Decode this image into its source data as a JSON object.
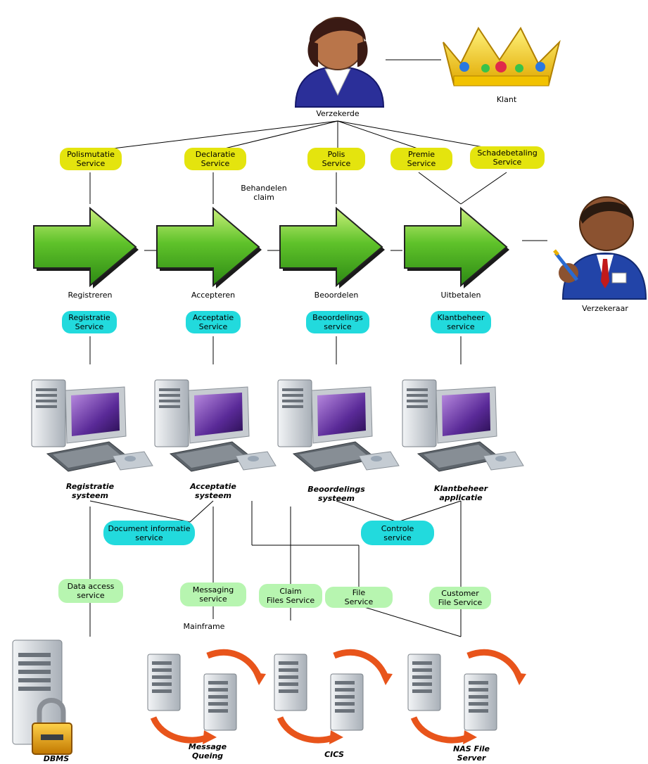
{
  "actors": {
    "verzekerde": "Verzekerde",
    "klant": "Klant",
    "verzekeraar": "Verzekeraar"
  },
  "channel_services": [
    {
      "label": "Polismutatie\nService"
    },
    {
      "label": "Declaratie\nService"
    },
    {
      "label": "Polis\nService"
    },
    {
      "label": "Premie\nService"
    },
    {
      "label": "Schadebetaling\nService"
    }
  ],
  "process": {
    "behandelen": "Behandelen\nclaim",
    "steps": [
      "Registreren",
      "Accepteren",
      "Beoordelen",
      "Uitbetalen"
    ]
  },
  "process_services": [
    {
      "label": "Registratie\nService"
    },
    {
      "label": "Acceptatie\nService"
    },
    {
      "label": "Beoordelings\nservice"
    },
    {
      "label": "Klantbeheer\nservice"
    }
  ],
  "systems": [
    "Registratie\nsysteem",
    "Acceptatie\nsysteem",
    "Beoordelings\nsysteem",
    "Klantbeheer\napplicatie"
  ],
  "integration_services": {
    "document": "Document informatie\nservice",
    "controle": "Controle\nservice"
  },
  "data_services": [
    {
      "label": "Data access\nservice"
    },
    {
      "label": "Messaging\nservice"
    },
    {
      "label": "Claim\nFiles Service"
    },
    {
      "label": "File\nService"
    },
    {
      "label": "Customer\nFile Service"
    }
  ],
  "mainframe_label": "Mainframe",
  "backends": [
    "DBMS",
    "Message\nQueing",
    "CICS",
    "NAS File\nServer"
  ],
  "colors": {
    "arrow_green": "#3aa61e",
    "arrow_light": "#a6e05a",
    "pill_yellow": "#e4e40e",
    "pill_cyan": "#22dadd",
    "pill_green": "#b7f5b0",
    "cycle_orange": "#e8541b"
  }
}
